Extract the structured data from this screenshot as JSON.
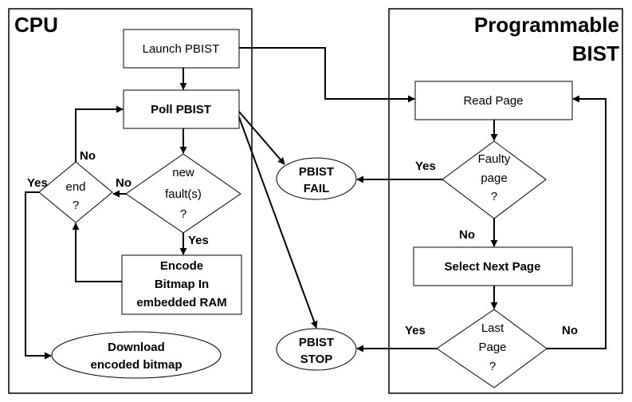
{
  "panels": {
    "cpu": {
      "title": "CPU"
    },
    "pbist": {
      "title_line1": "Programmable",
      "title_line2": "BIST"
    }
  },
  "cpu_nodes": {
    "launch": "Launch PBIST",
    "poll": "Poll PBIST",
    "new_fault_l1": "new",
    "new_fault_l2": "fault(s)",
    "new_fault_l3": "?",
    "end_l1": "end",
    "end_l2": "?",
    "encode_l1": "Encode",
    "encode_l2": "Bitmap In",
    "encode_l3": "embedded RAM",
    "download_l1": "Download",
    "download_l2": "encoded bitmap"
  },
  "middle_nodes": {
    "fail_l1": "PBIST",
    "fail_l2": "FAIL",
    "stop_l1": "PBIST",
    "stop_l2": "STOP"
  },
  "pbist_nodes": {
    "read_page": "Read Page",
    "faulty_l1": "Faulty",
    "faulty_l2": "page",
    "faulty_l3": "?",
    "select_next": "Select Next Page",
    "last_l1": "Last",
    "last_l2": "Page",
    "last_l3": "?"
  },
  "edge_labels": {
    "end_no": "No",
    "end_yes": "Yes",
    "newfault_no": "No",
    "newfault_yes": "Yes",
    "faulty_yes": "Yes",
    "faulty_no": "No",
    "last_yes": "Yes",
    "last_no": "No"
  }
}
